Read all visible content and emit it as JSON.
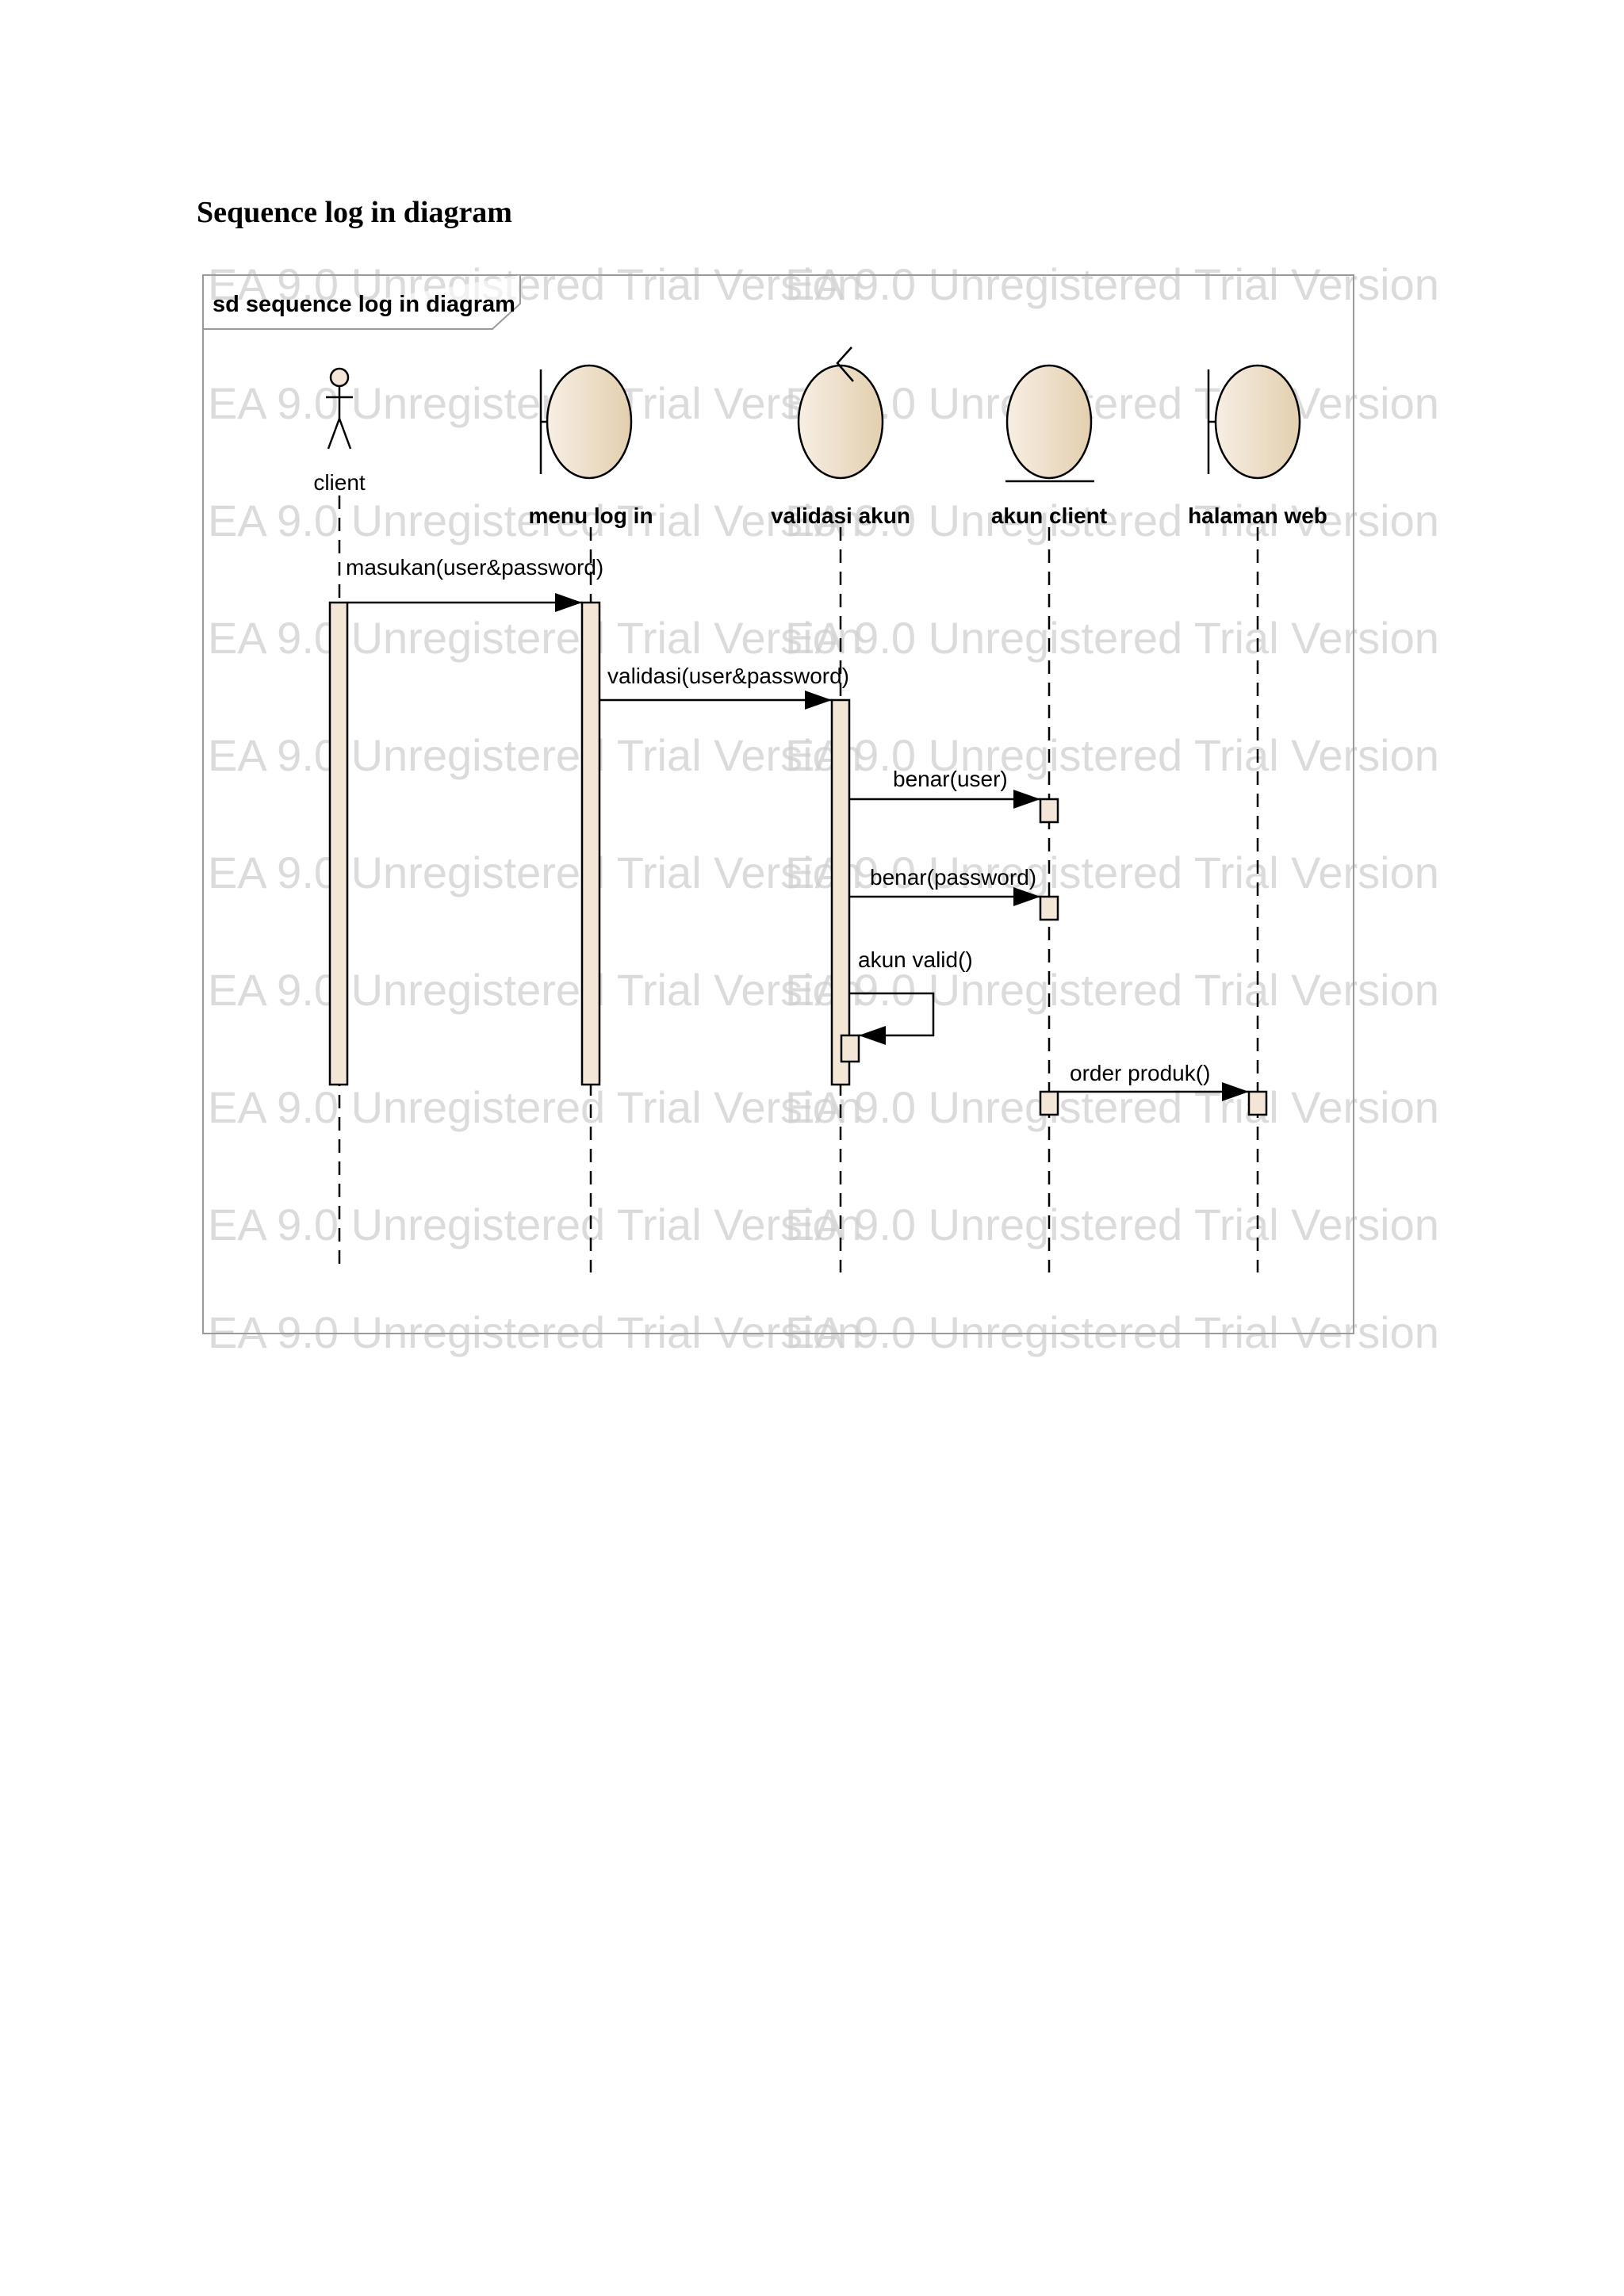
{
  "page": {
    "heading": "Sequence log in diagram"
  },
  "frame": {
    "label": "sd sequence log in diagram"
  },
  "watermark": {
    "text": "EA 9.0 Unregistered Trial Version"
  },
  "participants": [
    {
      "id": "client",
      "name": "client",
      "type": "actor"
    },
    {
      "id": "menu",
      "name": "menu log in",
      "type": "boundary"
    },
    {
      "id": "validasi",
      "name": "validasi akun",
      "type": "control"
    },
    {
      "id": "akun",
      "name": "akun client",
      "type": "entity"
    },
    {
      "id": "halaman",
      "name": "halaman web",
      "type": "boundary"
    }
  ],
  "messages": [
    {
      "from": "client",
      "to": "menu",
      "label": "masukan(user&password)"
    },
    {
      "from": "menu",
      "to": "validasi",
      "label": "validasi(user&password)"
    },
    {
      "from": "validasi",
      "to": "akun",
      "label": "benar(user)"
    },
    {
      "from": "validasi",
      "to": "akun",
      "label": "benar(password)"
    },
    {
      "from": "validasi",
      "to": "validasi",
      "label": "akun valid()"
    },
    {
      "from": "akun",
      "to": "halaman",
      "label": "order produk()"
    }
  ],
  "colors": {
    "element_fill": "#f3e6d6",
    "element_fill_dark": "#e3cfae",
    "line": "#000000",
    "watermark": "#cfcfcf"
  }
}
